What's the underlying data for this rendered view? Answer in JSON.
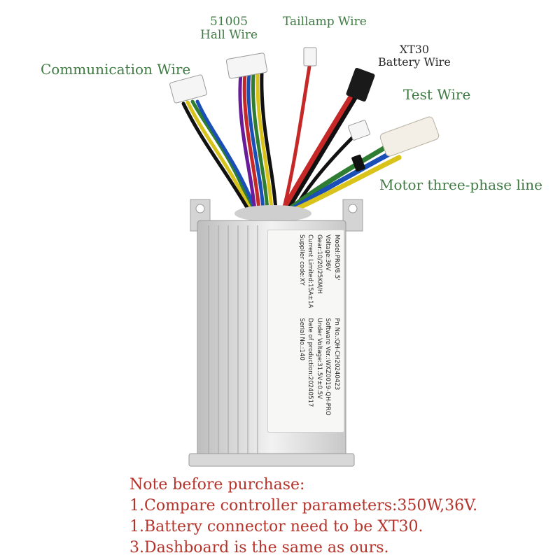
{
  "labels": {
    "communication": "Communication Wire",
    "hall_code": "51005",
    "hall": "Hall Wire",
    "taillamp": "Taillamp Wire",
    "xt30": "XT30",
    "battery": "Battery Wire",
    "test": "Test Wire",
    "motor": "Motor three-phase line"
  },
  "nameplate": {
    "left_col": [
      "Model:PRO/8.5'",
      "Voltage:36V",
      "Gear:10/20/25KM/H",
      "Current Limited:15A±1A",
      "Supplier code:XY"
    ],
    "right_col": [
      "Pn No.:QH-CH20240423",
      "Software Ver.:WXZ0019-QH-PRO",
      "Under Voltage:31.5V±0.5V",
      "Date of production:20240517",
      "Serial No.:140"
    ]
  },
  "notes": {
    "title": "Note before purchase:",
    "line1": "1.Compare controller parameters:350W,36V.",
    "line2": "1.Battery connector need to be XT30.",
    "line3": "3.Dashboard is the same as ours."
  },
  "colors": {
    "label_green": "#3f7a43",
    "note_red": "#b5332b",
    "housing": "#dcdcdc"
  }
}
